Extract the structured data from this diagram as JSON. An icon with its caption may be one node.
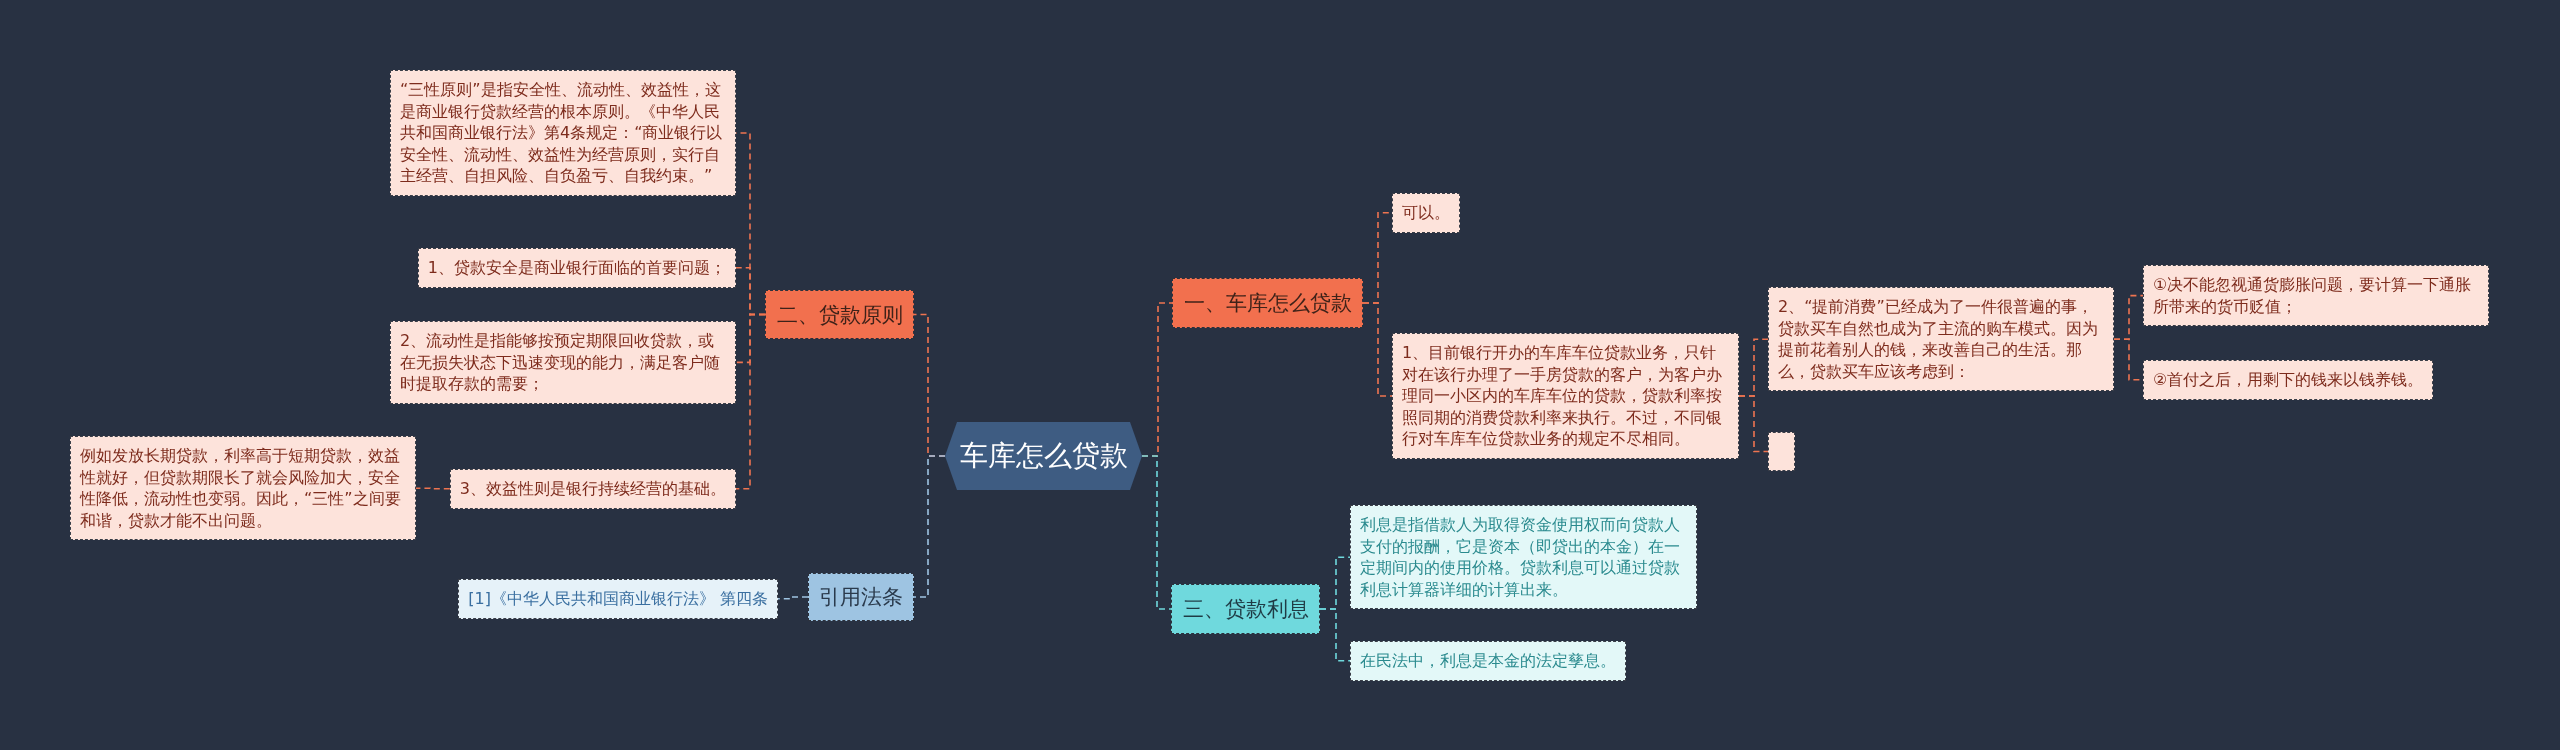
{
  "diagram": {
    "nodes": [
      {
        "text": [
          "车库怎么贷款"
        ]
      },
      {
        "text": [
          "一、车库怎么贷款"
        ]
      },
      {
        "text": [
          "可以。"
        ]
      },
      {
        "text": [
          "1、目前银行开办的车库车位贷款业务，只针对在该行办理了一手房贷款的客户，为客户办理同一小区内的车库车位的贷款，贷款利率按照同期的消费贷款利率来执行。不过，不同银行对车库车位贷款业务的规定不尽相同。"
        ]
      },
      {
        "text": [
          "2、“提前消费”已经成为了一件很普遍的事，贷款买车自然也成为了主流的购车模式。因为提前花着别人的钱，来改善自己的生活。那么，贷款买车应该考虑到："
        ]
      },
      {
        "text": [
          "①决不能忽视通货膨胀问题，要计算一下通胀所带来的货币贬值；"
        ]
      },
      {
        "text": [
          "②首付之后，用剩下的钱来以钱养钱。"
        ]
      },
      {
        "text": [],
        "shape": "box"
      },
      {
        "text": [
          "三、贷款利息"
        ]
      },
      {
        "text": [
          "利息是指借款人为取得资金使用权而向贷款人支付的报酬，它是资本（即贷出的本金）在一定期间内的使用价格。贷款利息可以通过贷款利息计算器详细的计算出来。"
        ]
      },
      {
        "text": [
          "在民法中，利息是本金的法定孳息。"
        ]
      },
      {
        "text": [
          "二、贷款原则"
        ]
      },
      {
        "text": [
          "“三性原则”是指安全性、流动性、效益性，这是商业银行贷款经营的根本原则。《中华人民共和国商业银行法》第4条规定：“商业银行以安全性、流动性、效益性为经营原则，实行自主经营、自担风险、自负盈亏、自我约束。”"
        ]
      },
      {
        "text": [
          "1、贷款安全是商业银行面临的首要问题；"
        ]
      },
      {
        "text": [
          "2、流动性是指能够按预定期限回收贷款，或在无损失状态下迅速变现的能力，满足客户随时提取存款的需要；"
        ]
      },
      {
        "text": [
          "3、效益性则是银行持续经营的基础。"
        ]
      },
      {
        "text": [
          "例如发放长期贷款，利率高于短期贷款，效益性就好，但贷款期限长了就会风险加大，安全性降低，流动性也变弱。因此，“三性”之间要和谐，贷款才能不出问题。"
        ]
      },
      {
        "text": [
          "引用法条"
        ]
      },
      {
        "text": [
          "[1]《中华人民共和国商业银行法》 第四条"
        ]
      }
    ],
    "edges": [
      {
        "from": 0,
        "to": 1,
        "arrow": "none",
        "style": "dashed"
      },
      {
        "from": 1,
        "to": 2,
        "arrow": "none",
        "style": "dashed"
      },
      {
        "from": 1,
        "to": 3,
        "arrow": "none",
        "style": "dashed"
      },
      {
        "from": 3,
        "to": 4,
        "arrow": "none",
        "style": "dashed"
      },
      {
        "from": 3,
        "to": 7,
        "arrow": "none",
        "style": "dashed"
      },
      {
        "from": 4,
        "to": 5,
        "arrow": "none",
        "style": "dashed"
      },
      {
        "from": 4,
        "to": 6,
        "arrow": "none",
        "style": "dashed"
      },
      {
        "from": 0,
        "to": 8,
        "arrow": "none",
        "style": "dashed",
        "color": "#6fd9dd"
      },
      {
        "from": 8,
        "to": 9,
        "arrow": "none",
        "style": "dashed",
        "color": "#6fd9dd"
      },
      {
        "from": 8,
        "to": 10,
        "arrow": "none",
        "style": "dashed",
        "color": "#6fd9dd"
      },
      {
        "from": 0,
        "to": 11,
        "arrow": "none",
        "style": "dashed"
      },
      {
        "from": 11,
        "to": 12,
        "arrow": "none",
        "style": "dashed"
      },
      {
        "from": 11,
        "to": 13,
        "arrow": "none",
        "style": "dashed"
      },
      {
        "from": 11,
        "to": 14,
        "arrow": "none",
        "style": "dashed"
      },
      {
        "from": 11,
        "to": 15,
        "arrow": "none",
        "style": "dashed"
      },
      {
        "from": 15,
        "to": 16,
        "arrow": "none",
        "style": "dashed"
      },
      {
        "from": 0,
        "to": 17,
        "arrow": "none",
        "style": "dashed",
        "color": "#9ec4e2"
      },
      {
        "from": 17,
        "to": 18,
        "arrow": "none",
        "style": "dashed",
        "color": "#9ec4e2"
      }
    ]
  }
}
